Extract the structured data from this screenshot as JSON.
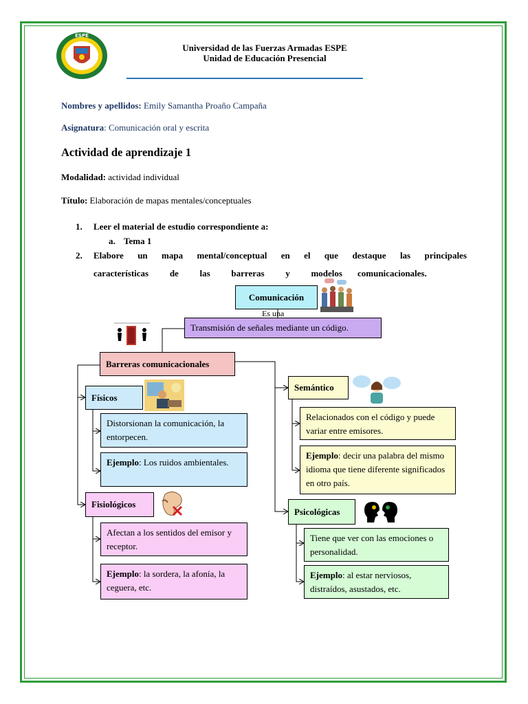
{
  "header": {
    "university": "Universidad de las Fuerzas Armadas ESPE",
    "unit": "Unidad de Educación Presencial",
    "seal_text": "ESPE"
  },
  "meta": {
    "names_label": "Nombres y apellidos:",
    "names_value": "Emily Samantha Proaño Campaña",
    "subject_label": "Asignatura",
    "subject_value": ": Comunicación oral y escrita",
    "activity_title": "Actividad de aprendizaje 1",
    "modality_label": "Modalidad:",
    "modality_value": "actividad individual",
    "title_label": "Título:",
    "title_value": "Elaboración de mapas mentales/conceptuales"
  },
  "instructions": {
    "item1_num": "1.",
    "item1": "Leer el material de estudio correspondiente a:",
    "item1a_num": "a.",
    "item1a": "Tema 1",
    "item2_num": "2.",
    "item2_words": [
      "Elabore",
      "un",
      "mapa",
      "mental/conceptual",
      "en",
      "el",
      "que",
      "destaque",
      "las",
      "principales"
    ],
    "item2_line2a": [
      "características",
      "de",
      "las",
      "barreras",
      "y",
      "modelos"
    ],
    "item2_line2b": "comunicacionales."
  },
  "map": {
    "root": "Comunicación",
    "link": "Es una",
    "definition": "Transmisión de señales mediante un código.",
    "barriers": "Barreras comunicacionales",
    "fisicos": {
      "title": "Físicos",
      "desc": "Distorsionan la comunicación, la entorpecen.",
      "example_label": "Ejemplo",
      "example": ": Los ruidos ambientales."
    },
    "fisiologicos": {
      "title": "Fisiológicos",
      "desc": "Afectan a los sentidos del emisor y receptor.",
      "example_label": "Ejemplo",
      "example": ": la sordera, la afonía, la ceguera, etc."
    },
    "semantico": {
      "title": "Semántico",
      "desc": "Relacionados con el código y puede variar entre emisores.",
      "example_label": "Ejemplo",
      "example": ": decir una palabra del mismo idioma que tiene diferente significados en otro país."
    },
    "psicologicas": {
      "title": "Psicológicas",
      "desc": "Tiene que ver con las emociones o personalidad.",
      "example_label": "Ejemplo",
      "example": ": al estar nerviosos, distraídos, asustados, etc."
    }
  },
  "colors": {
    "frame": "#2e9e3a",
    "root_fill": "#b7f0f8",
    "definition_fill": "#c9a9f0",
    "barriers_fill": "#f6c3c3",
    "fisicos_fill": "#cdeafb",
    "fisiologicos_fill": "#f9cdf5",
    "semantico_fill": "#fdfbd0",
    "psicologicas_fill": "#d6fcd6"
  },
  "icons": [
    "university-seal",
    "people-talking-image",
    "doorway-figures-image",
    "office-worker-image",
    "ear-blocked-image",
    "speech-bubbles-woman-image",
    "two-heads-image"
  ]
}
